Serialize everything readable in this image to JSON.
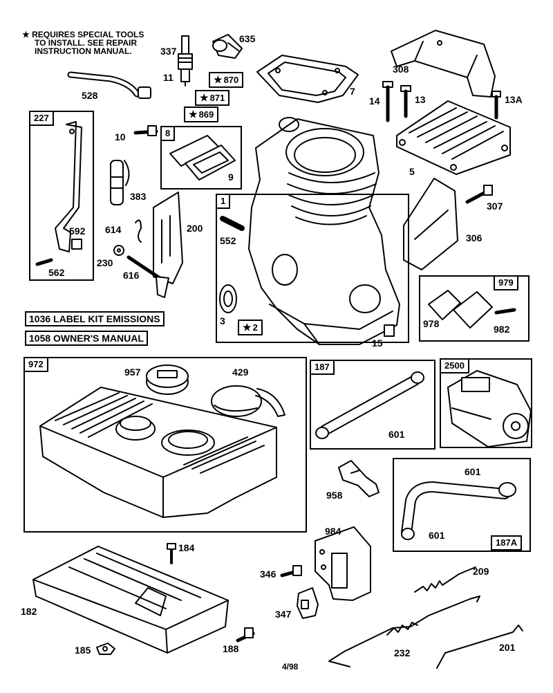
{
  "note": {
    "star": "★",
    "line1": "REQUIRES SPECIAL TOOLS",
    "line2": "TO INSTALL.  SEE REPAIR",
    "line3": "INSTRUCTION MANUAL."
  },
  "kits": {
    "label_kit": "1036 LABEL KIT EMISSIONS",
    "owners_manual": "1058 OWNER'S MANUAL"
  },
  "boxes": {
    "b227": "227",
    "b8": "8",
    "b1": "1",
    "b979": "979",
    "b972": "972",
    "b187": "187",
    "b2500": "2500",
    "b187A": "187A"
  },
  "starred": {
    "s870": "870",
    "s871": "871",
    "s869": "869",
    "s2": "2",
    "star": "★"
  },
  "parts": {
    "p337": "337",
    "p635": "635",
    "p11": "11",
    "p528": "528",
    "p7": "7",
    "p308": "308",
    "p14": "14",
    "p13": "13",
    "p13A": "13A",
    "p10": "10",
    "p9": "9",
    "p5": "5",
    "p383": "383",
    "p307": "307",
    "p592": "592",
    "p614": "614",
    "p200": "200",
    "p552": "552",
    "p306": "306",
    "p562": "562",
    "p230": "230",
    "p616": "616",
    "p3": "3",
    "p978": "978",
    "p982": "982",
    "p15": "15",
    "p957": "957",
    "p429": "429",
    "p601a": "601",
    "p958": "958",
    "p601b": "601",
    "p601c": "601",
    "p984": "984",
    "p184": "184",
    "p346": "346",
    "p209": "209",
    "p182": "182",
    "p347": "347",
    "p185": "185",
    "p188": "188",
    "p232": "232",
    "p201": "201"
  },
  "footer": {
    "date": "4/98"
  }
}
